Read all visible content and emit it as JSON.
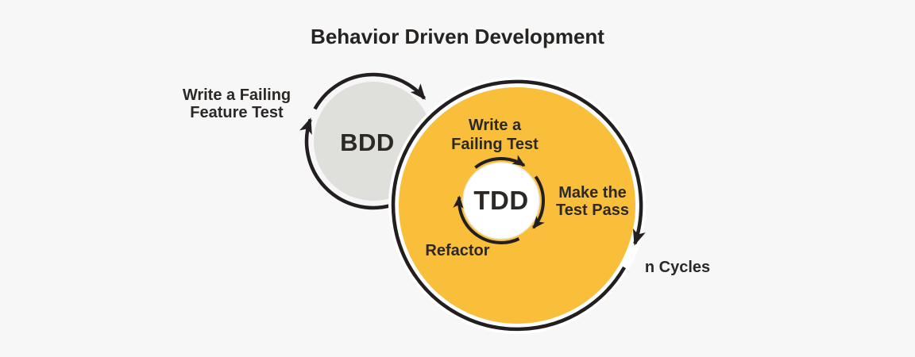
{
  "title": "Behavior Driven Development",
  "bdd": {
    "circle_label": "BDD",
    "step_lines": [
      "Write a Failing",
      "Feature Test"
    ]
  },
  "tdd": {
    "circle_label": "TDD",
    "step_write_lines": [
      "Write a",
      "Failing Test"
    ],
    "step_pass_lines": [
      "Make the",
      "Test Pass"
    ],
    "step_refactor": "Refactor",
    "cycles_label": "n Cycles"
  },
  "colors": {
    "background": "#F7F7F7",
    "bdd_circle_fill": "#DFDFDC",
    "tdd_circle_fill": "#F9BF3B",
    "inner_circle_fill": "#FFFFFF",
    "arrow_stroke": "#231F20",
    "text": "#2B2826"
  }
}
